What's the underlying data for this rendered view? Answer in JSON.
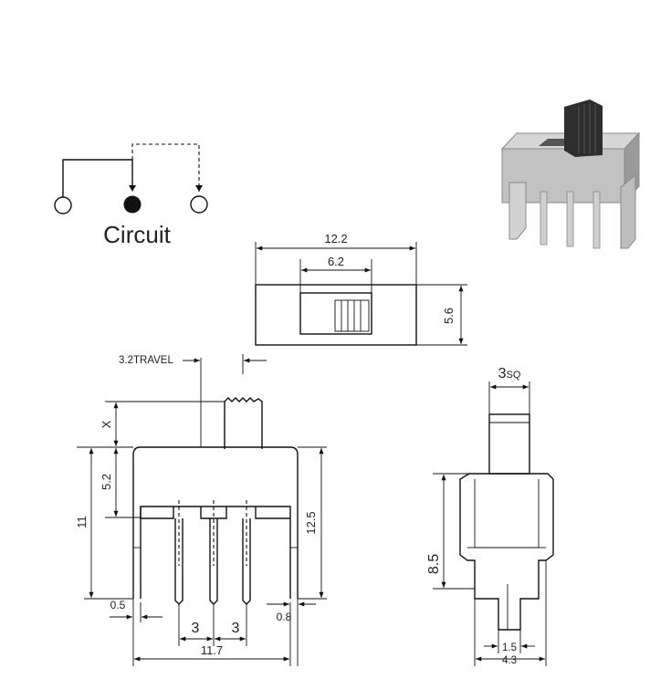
{
  "circuit": {
    "label": "Circuit"
  },
  "top_view": {
    "overall_width": "12.2",
    "slot_width": "6.2",
    "height": "5.6"
  },
  "front_view": {
    "travel": "3.2TRAVEL",
    "actuator_height": "X",
    "body_height": "5.2",
    "pin_length": "11",
    "overall_height": "12.5",
    "pin_thickness_left": "0.5",
    "pin_pitch_1": "3",
    "pin_pitch_2": "3",
    "pin_thickness_right": "0.8",
    "overall_width": "11.7"
  },
  "side_view": {
    "actuator_square": "3",
    "actuator_square_suffix": "SQ",
    "height": "8.5",
    "pin_width": "1.5",
    "body_width": "4.3"
  },
  "colors": {
    "line": "#111111",
    "photo_body": "#b8b8b8",
    "photo_actuator": "#2e2e2e"
  }
}
